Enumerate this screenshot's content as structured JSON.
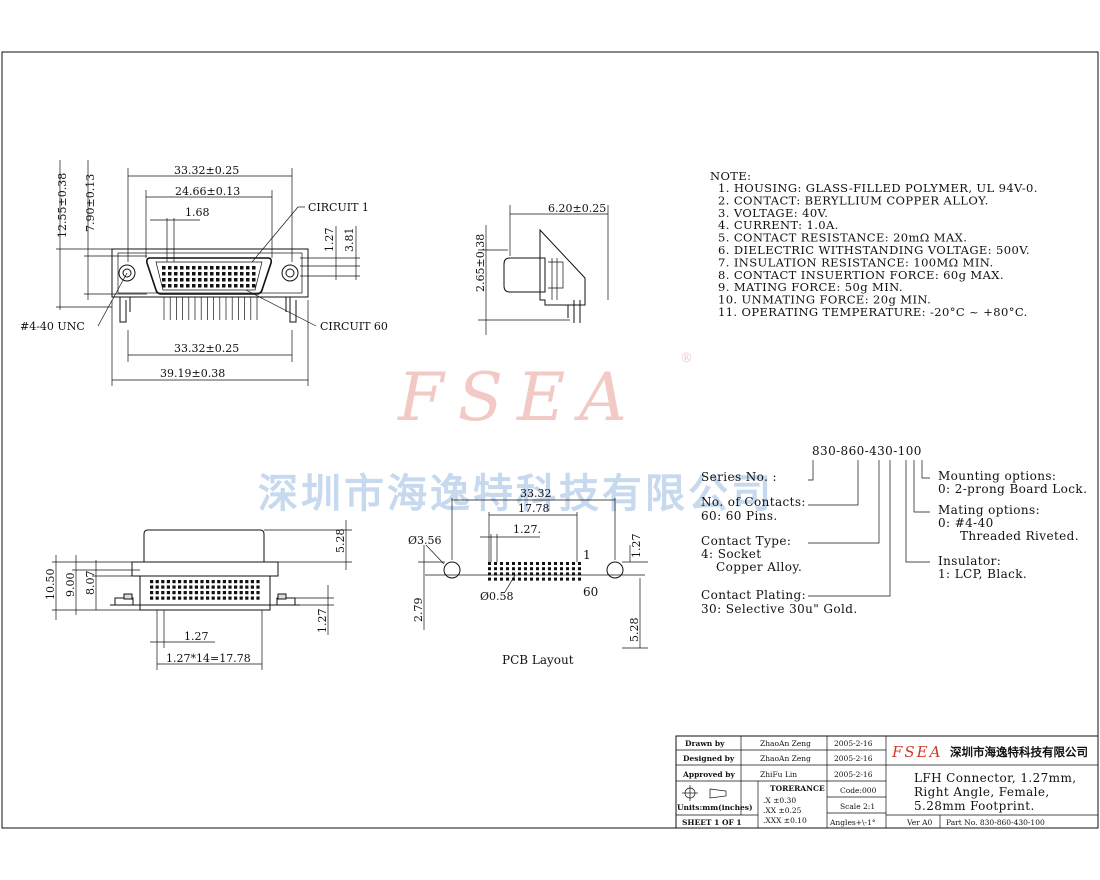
{
  "watermark": {
    "brand": "FSEA",
    "reg": "®",
    "company_cn": "深圳市海逸特科技有限公司"
  },
  "front_view": {
    "dims": {
      "overall_width_top": "33.32±0.25",
      "inner_width": "24.66±0.13",
      "pin_pitch_top": "1.68",
      "height_total": "12.55±0.38",
      "height_shell": "7.90±0.13",
      "right_small": "1.27",
      "right_height": "3.81",
      "bottom_width": "33.32±0.25",
      "overall_width": "39.19±0.38"
    },
    "labels": {
      "circuit1": "CIRCUIT 1",
      "circuit60": "CIRCUIT 60",
      "thread": "#4-40 UNC"
    }
  },
  "side_view": {
    "dims": {
      "depth": "6.20±0.25",
      "height": "2.65±0.38"
    }
  },
  "bottom_view": {
    "dims": {
      "h1": "10.50",
      "h2": "9.00",
      "h3": "8.07",
      "top_right": "5.28",
      "right_small": "1.27",
      "pitch": "1.27",
      "pitch_total": "1.27*14=17.78"
    }
  },
  "pcb_layout": {
    "title": "PCB Layout",
    "dims": {
      "outer": "33.32",
      "inner": "17.78",
      "pitch": "1.27.",
      "hole_big": "Ø3.56",
      "hole_small": "Ø0.58",
      "left_vert": "2.79",
      "right_small": "1.27",
      "right_big": "5.28"
    },
    "pin_first": "1",
    "pin_last": "60"
  },
  "notes": {
    "header": "NOTE:",
    "items": [
      "1.  HOUSING: GLASS-FILLED POLYMER, UL 94V-0.",
      "2.  CONTACT: BERYLLIUM COPPER ALLOY.",
      "3.  VOLTAGE: 40V.",
      "4.  CURRENT: 1.0A.",
      "5.  CONTACT RESISTANCE: 20mΩ  MAX.",
      "6.  DIELECTRIC WITHSTANDING VOLTAGE: 500V.",
      "7.  INSULATION RESISTANCE: 100MΩ  MIN.",
      "8.  CONTACT INSUERTION FORCE: 60g MAX.",
      "9.  MATING FORCE: 50g MIN.",
      "10.  UNMATING FORCE: 20g MIN.",
      "11.  OPERATING TEMPERATURE: -20°C  ~  +80°C."
    ]
  },
  "part_number": {
    "code": "830-860-430-100",
    "series_label": "Series No. :",
    "contacts_label": "No. of Contacts:",
    "contacts_value": "60: 60 Pins.",
    "contact_type_label": "Contact Type:",
    "contact_type_value1": "4: Socket",
    "contact_type_value2": "Copper Alloy.",
    "plating_label": "Contact Plating:",
    "plating_value": "30: Selective 30u\" Gold.",
    "mounting_label": "Mounting options:",
    "mounting_value": "0: 2-prong Board Lock.",
    "mating_label": "Mating options:",
    "mating_value1": "0: #4-40",
    "mating_value2": "Threaded Riveted.",
    "insulator_label": "Insulator:",
    "insulator_value": "1: LCP, Black."
  },
  "title_block": {
    "drawn_label": "Drawn  by",
    "drawn_name": "ZhaoAn Zeng",
    "drawn_date": "2005-2-16",
    "designed_label": "Designed by",
    "designed_name": "ZhaoAn Zeng",
    "designed_date": "2005-2-16",
    "approved_label": "Approved by",
    "approved_name": "ZhiFu Lin",
    "approved_date": "2005-2-16",
    "units": "Units:mm(inches)",
    "tolerance_label": "TORERANCE",
    "tol_x": ".X       ±0.30",
    "tol_xx": ".XX     ±0.25",
    "tol_xxx": ".XXX   ±0.10",
    "code": "Code:000",
    "scale": "Scale  2:1",
    "angles": "Angles+\\-1°",
    "sheet": "SHEET 1 OF 1",
    "company_cn": "深圳市海逸特科技有限公司",
    "logo": "FSEA",
    "desc1": "LFH Connector, 1.27mm,",
    "desc2": "Right Angle, Female,",
    "desc3": "5.28mm Footprint.",
    "ver": "Ver A0",
    "part_no": "Part No.  830-860-430-100"
  }
}
